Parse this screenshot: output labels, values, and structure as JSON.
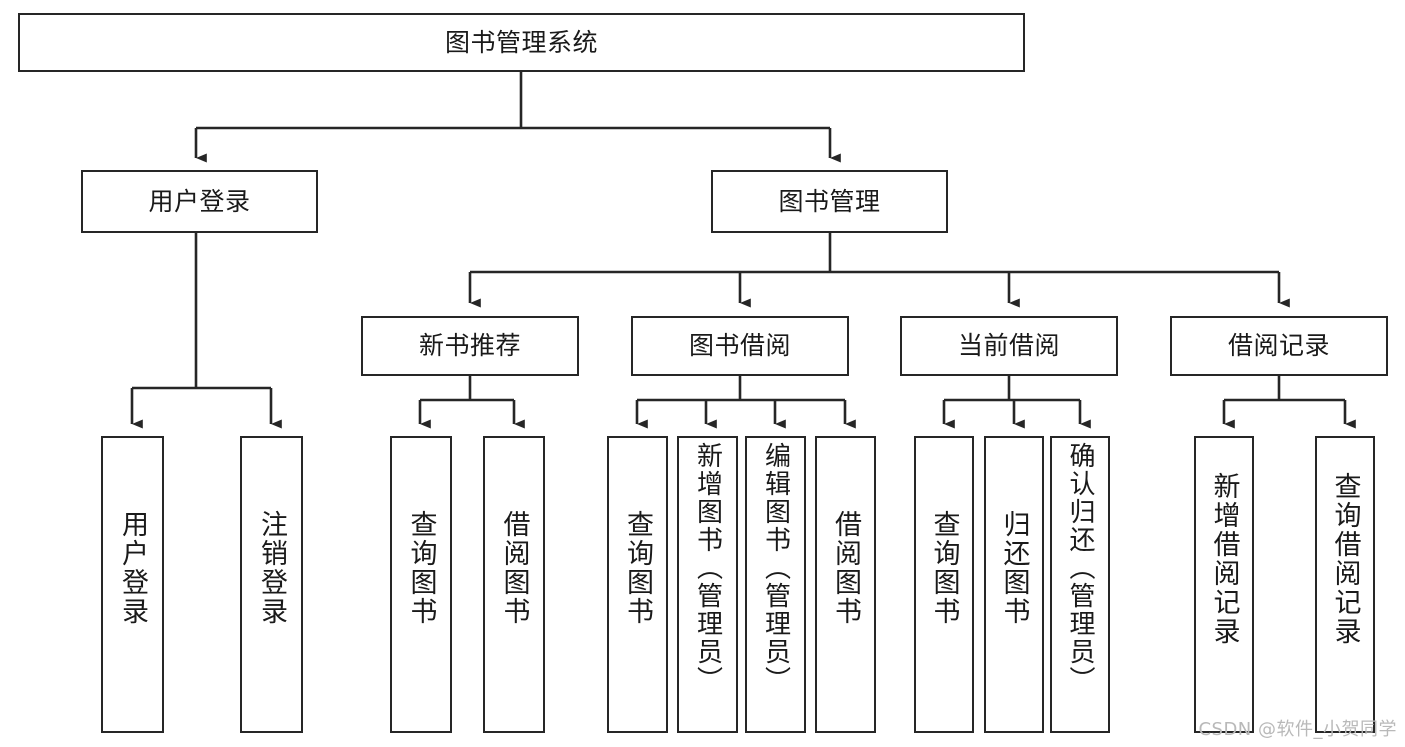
{
  "diagram": {
    "type": "tree",
    "title": "图书管理系统",
    "root": {
      "id": "root",
      "label": "图书管理系统"
    },
    "level2": [
      {
        "id": "user-login",
        "label": "用户登录"
      },
      {
        "id": "book-management",
        "label": "图书管理"
      }
    ],
    "level3": [
      {
        "id": "new-book-recommend",
        "label": "新书推荐"
      },
      {
        "id": "book-borrow",
        "label": "图书借阅"
      },
      {
        "id": "current-borrow",
        "label": "当前借阅"
      },
      {
        "id": "borrow-record",
        "label": "借阅记录"
      }
    ],
    "leaves": [
      {
        "id": "leaf-user-login",
        "label": "用户登录",
        "parent": "user-login"
      },
      {
        "id": "leaf-logout",
        "label": "注销登录",
        "parent": "user-login"
      },
      {
        "id": "leaf-query-book-1",
        "label": "查询图书",
        "parent": "new-book-recommend"
      },
      {
        "id": "leaf-borrow-book-1",
        "label": "借阅图书",
        "parent": "new-book-recommend"
      },
      {
        "id": "leaf-query-book-2",
        "label": "查询图书",
        "parent": "book-borrow"
      },
      {
        "id": "leaf-add-book",
        "label": "新增图书（管理员）",
        "parent": "book-borrow"
      },
      {
        "id": "leaf-edit-book",
        "label": "编辑图书（管理员）",
        "parent": "book-borrow"
      },
      {
        "id": "leaf-borrow-book-2",
        "label": "借阅图书",
        "parent": "book-borrow"
      },
      {
        "id": "leaf-query-book-3",
        "label": "查询图书",
        "parent": "current-borrow"
      },
      {
        "id": "leaf-return-book",
        "label": "归还图书",
        "parent": "current-borrow"
      },
      {
        "id": "leaf-confirm-return",
        "label": "确认归还（管理员）",
        "parent": "current-borrow"
      },
      {
        "id": "leaf-add-record",
        "label": "新增借阅记录",
        "parent": "borrow-record"
      },
      {
        "id": "leaf-query-record",
        "label": "查询借阅记录",
        "parent": "borrow-record"
      }
    ],
    "watermark": "CSDN @软件_小贺同学",
    "colors": {
      "stroke": "#262626",
      "background": "#ffffff",
      "text": "#1a1a1a",
      "watermark": "#b9b9b9"
    }
  }
}
